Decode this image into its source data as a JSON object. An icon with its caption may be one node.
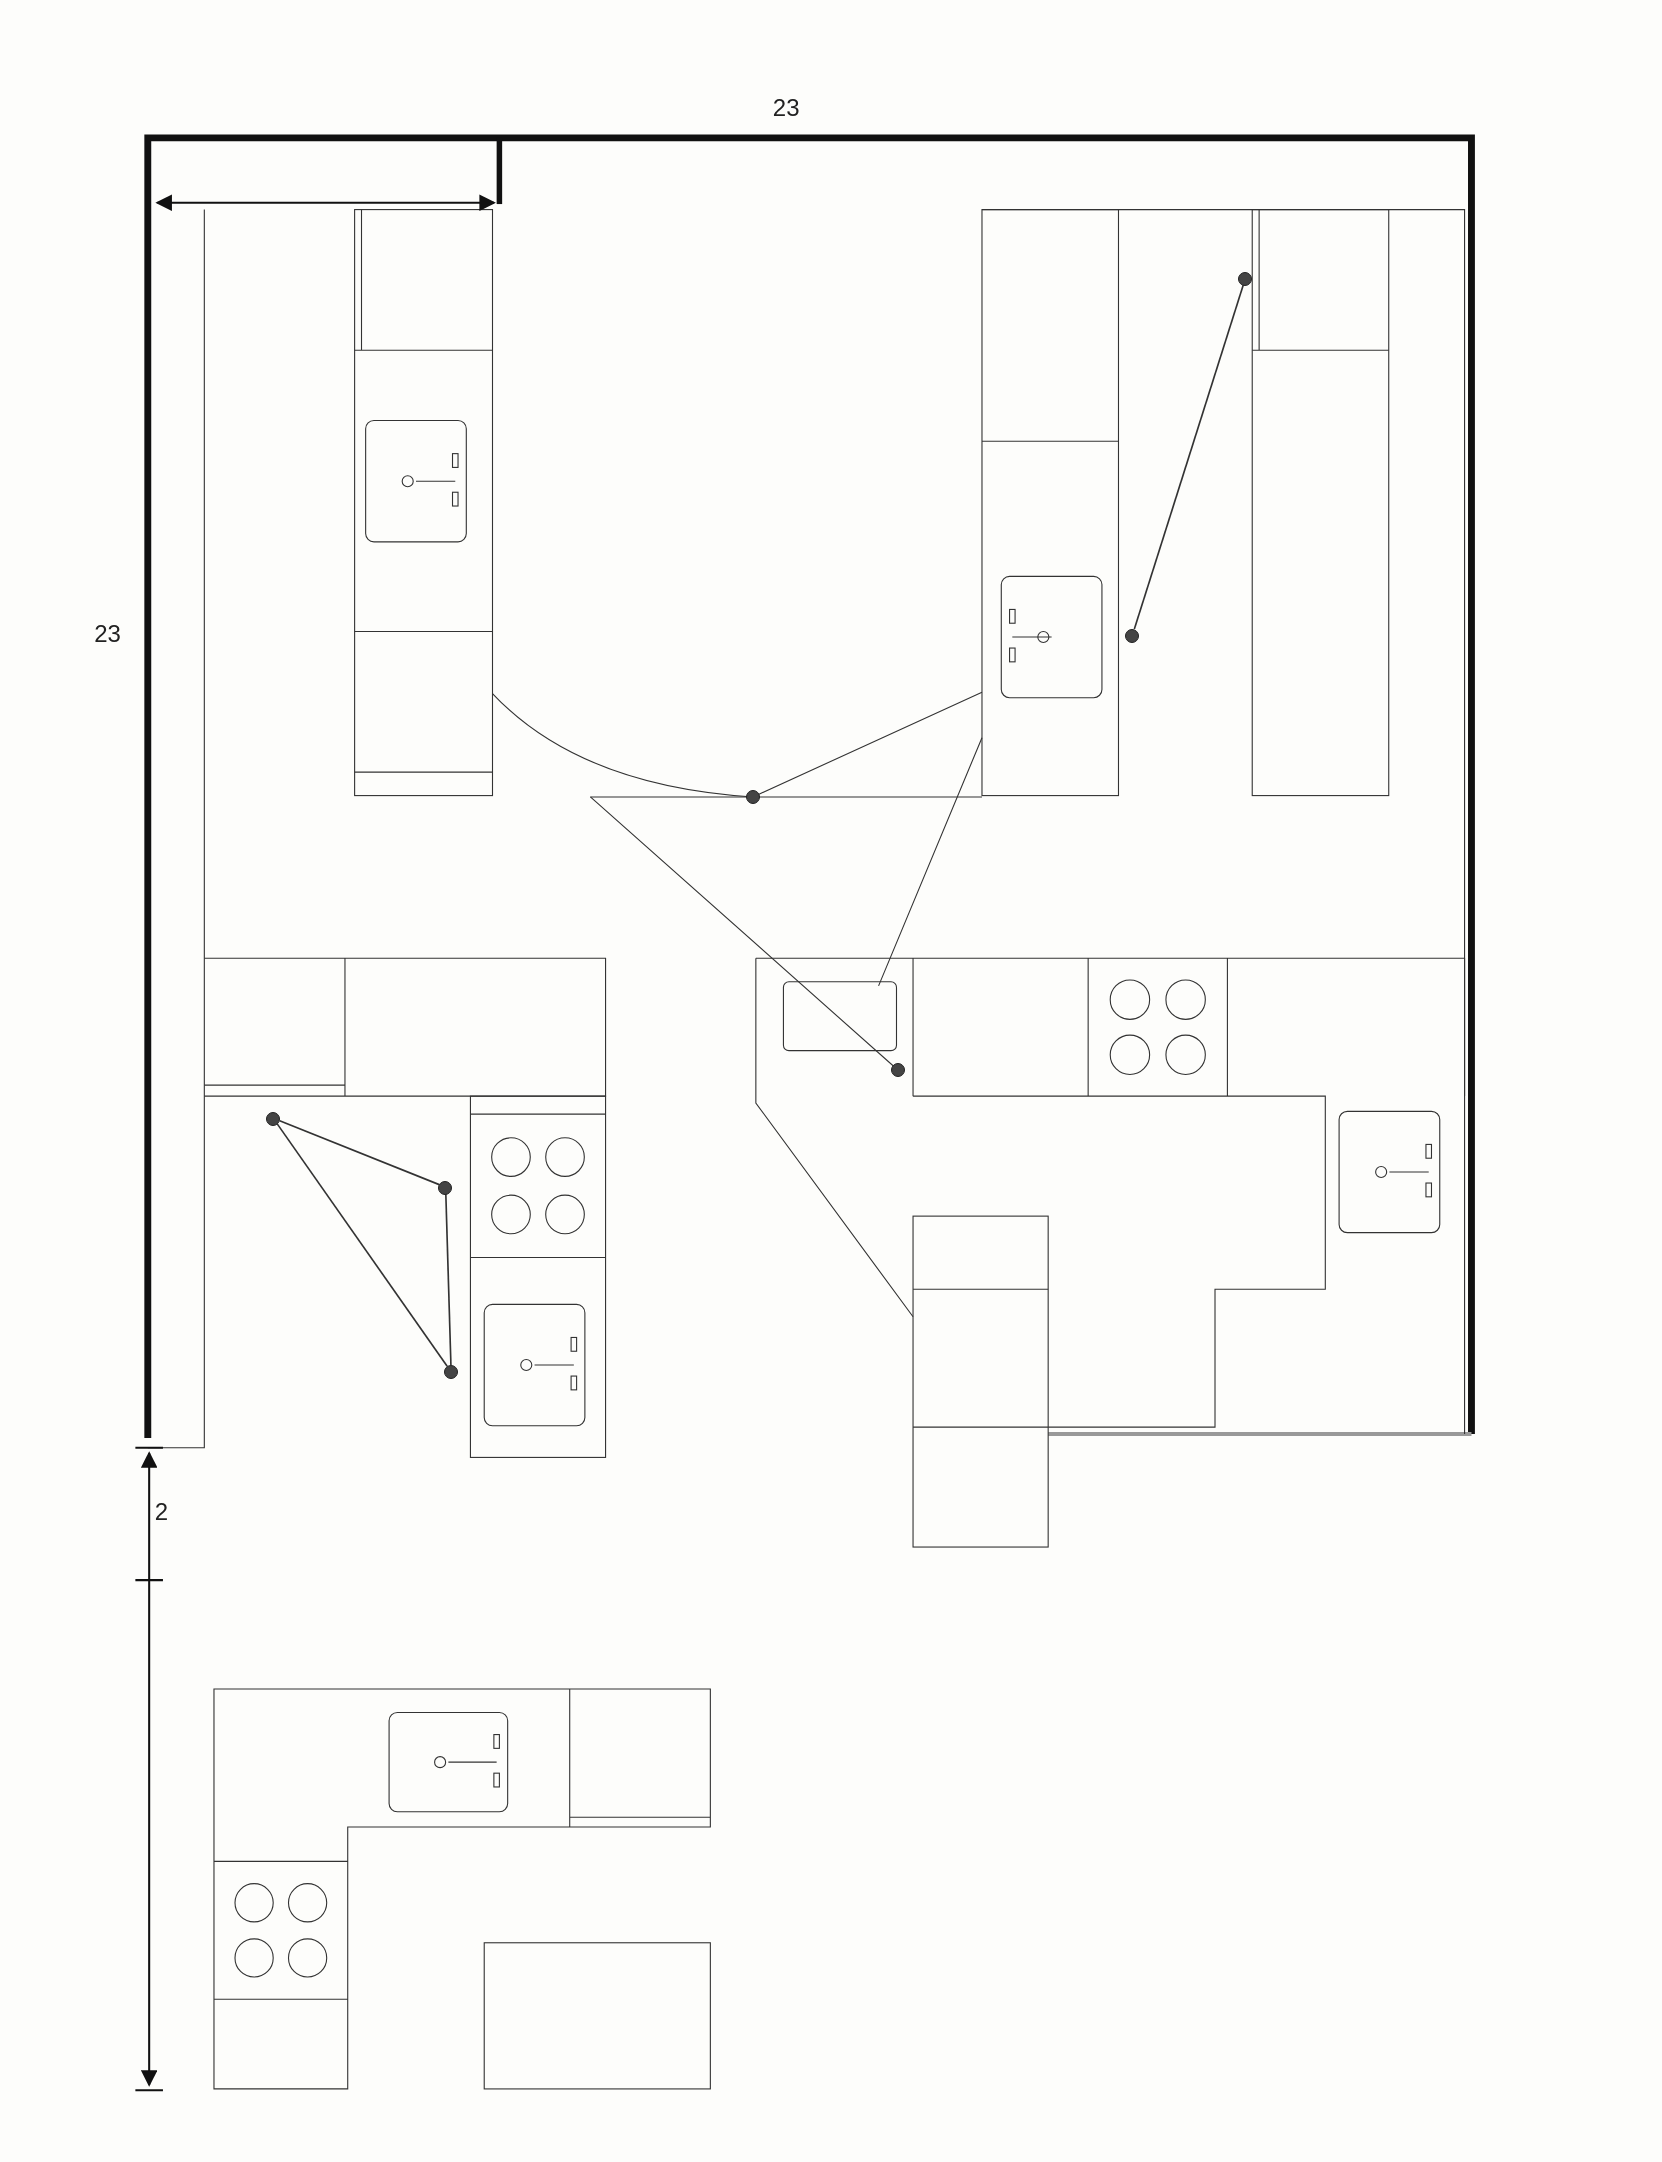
{
  "diagram": {
    "nodes": [
      {
        "text": [],
        "shape": "circle"
      },
      {
        "text": [],
        "shape": "circle"
      },
      {
        "text": [],
        "shape": "circle"
      },
      {
        "text": [],
        "shape": "circle"
      },
      {
        "text": [],
        "shape": "circle"
      },
      {
        "text": [],
        "shape": "circle"
      },
      {
        "text": [],
        "shape": "circle"
      }
    ],
    "edges": [
      {
        "from": 0,
        "to": 1,
        "arrow": "none"
      },
      {
        "from": 4,
        "to": 5,
        "arrow": "none"
      },
      {
        "from": 5,
        "to": 6,
        "arrow": "none"
      },
      {
        "from": 6,
        "to": 4,
        "arrow": "none"
      }
    ],
    "labels": [
      "23",
      "23",
      "2"
    ]
  }
}
